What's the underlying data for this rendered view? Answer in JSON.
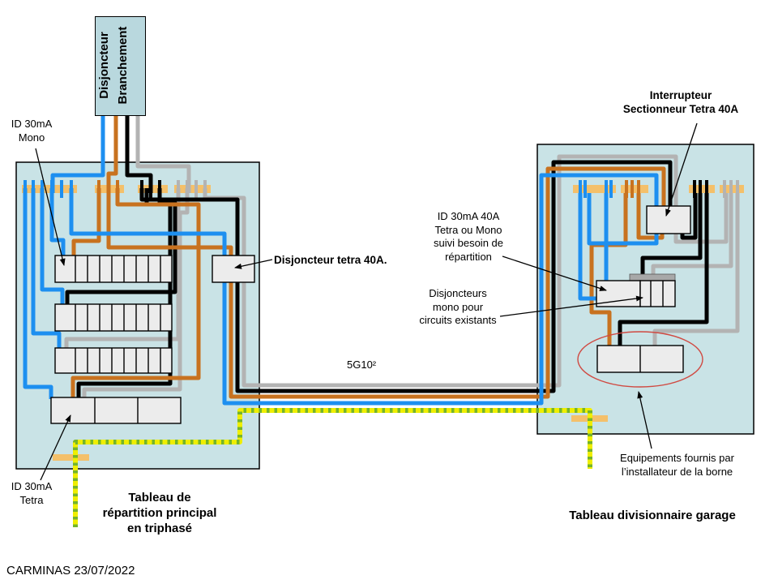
{
  "diagram": {
    "source_box": {
      "line1": "Disjoncteur",
      "line2": "Branchement"
    },
    "labels": {
      "id30_mono": "ID 30mA\nMono",
      "id30_tetra": "ID 30mA\nTetra",
      "disjoncteur_tetra": "Disjoncteur  tetra 40A.",
      "cable": "5G10²",
      "interrupteur": "Interrupteur\nSectionneur Tetra 40A",
      "id40": "ID 30mA 40A\nTetra ou Mono\nsuivi besoin de\nrépartition",
      "disjoncteurs_mono": "Disjoncteurs\nmono pour\ncircuits existants",
      "equipements": "Equipements fournis par\nl’installateur de la borne",
      "title_left": "Tableau de\nrépartition principal\nen triphasé",
      "title_right": "Tableau divisionnaire garage",
      "footer": "CARMINAS 23/07/2022"
    },
    "colors": {
      "panel": "#c9e3e6",
      "source-box": "#b9d8de",
      "busbar": "#f4c06a",
      "wire-blue": "#1d8ff0",
      "wire-orange": "#c8721f",
      "wire-black": "#000000",
      "wire-gray": "#b3b3b3",
      "earth-yellow": "#efee00",
      "earth-green": "#74b42c",
      "device-fill": "#ececec",
      "cap-gray": "#a8a8a8",
      "ellipse-red": "#d04a42"
    }
  }
}
